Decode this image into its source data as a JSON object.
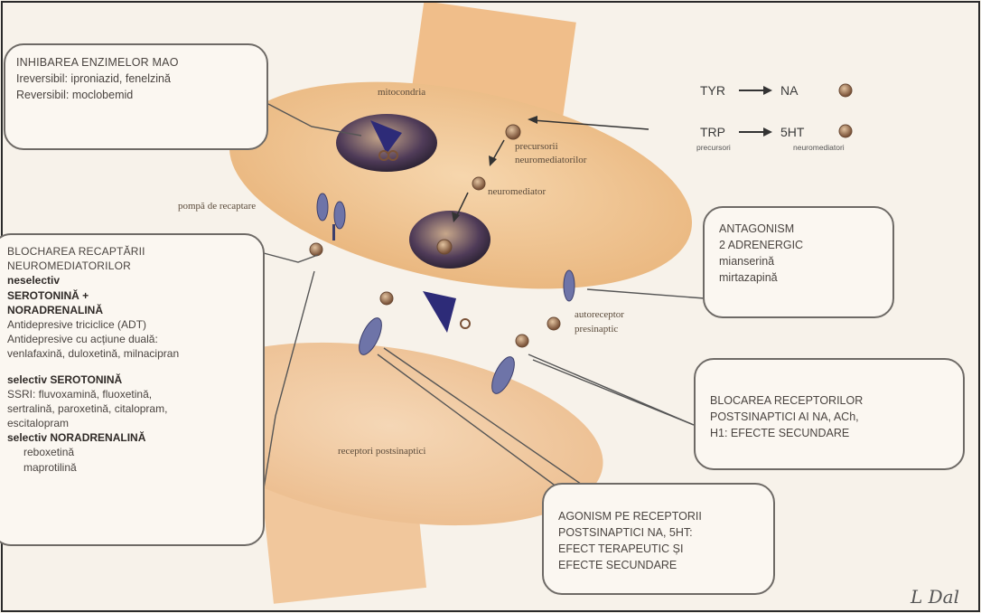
{
  "callouts": {
    "mao": {
      "title": "INHIBAREA ENZIMELOR MAO",
      "lines": [
        "Ireversibil: iproniazid, fenelzină",
        "Reversibil: moclobemid"
      ]
    },
    "reuptake": {
      "title_lines": [
        "BLOCHAREA RECAPTĂRII",
        "NEUROMEDIATORILOR"
      ],
      "lines": [
        {
          "text": "neselectiv",
          "bold": true
        },
        {
          "text": "SEROTONINĂ +",
          "bold": true
        },
        {
          "text": "NORADRENALINĂ",
          "bold": true
        },
        {
          "text": "Antidepresive triciclice (ADT)",
          "bold": false
        },
        {
          "text": "Antidepresive cu acțiune duală:",
          "bold": false
        },
        {
          "text": "venlafaxină, duloxetină, milnacipran",
          "bold": false
        },
        {
          "text": "",
          "bold": false
        },
        {
          "text": "selectiv SEROTONINĂ",
          "bold": true
        },
        {
          "text": "SSRI: fluvoxamină, fluoxetină,",
          "bold": false
        },
        {
          "text": "sertralină, paroxetină, citalopram,",
          "bold": false
        },
        {
          "text": "escitalopram",
          "bold": false
        },
        {
          "text": "selectiv NORADRENALINĂ",
          "bold": true
        },
        {
          "text": "reboxetină",
          "bold": false
        },
        {
          "text": "maprotilină",
          "bold": false
        }
      ]
    },
    "antagonism": {
      "lines": [
        "ANTAGONISM",
        "2 ADRENERGIC",
        "mianserină",
        "mirtazapină"
      ]
    },
    "blocking": {
      "lines": [
        "BLOCAREA RECEPTORILOR",
        "POSTSINAPTICI AI NA, ACh,",
        "H1: EFECTE SECUNDARE"
      ]
    },
    "agonism": {
      "lines": [
        "AGONISM PE RECEPTORII",
        "POSTSINAPTICI  NA, 5HT:",
        "EFECT TERAPEUTIC ȘI",
        "EFECTE SECUNDARE"
      ]
    }
  },
  "labels": {
    "mitochondria": "mitocondria",
    "precursor": [
      "precursorii",
      "neuromediatorilor"
    ],
    "neuromediator": "neuromediator",
    "pump": "pompă de recaptare",
    "autoreceptor": [
      "autoreceptor",
      "presinaptic"
    ],
    "postsynaptic": "receptori postsinaptici"
  },
  "pathway": {
    "tyr": "TYR",
    "na": "NA",
    "trp": "TRP",
    "sht": "5HT",
    "precursori": "precursori",
    "neuromediatori": "neuromediatori"
  },
  "signature": "L Dal",
  "colors": {
    "presynaptic": "#efc48f",
    "postsynaptic": "#f0c9a0",
    "vesicle": "#4e3c5e",
    "receptor": "#6e74a8",
    "molecule": "#b98a5a"
  }
}
